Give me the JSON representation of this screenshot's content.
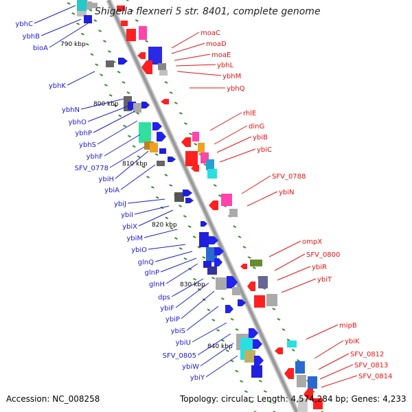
{
  "title": "Shigella flexneri 5 str. 8401, complete genome",
  "accession": "Accession: NC_008258",
  "summary": "Topology: circular; Length: 4,574,284 bp; Genes: 4,233",
  "colors": {
    "left_labels": "#1a1ad6",
    "right_labels": "#e81010",
    "backbone": "#999999",
    "tick_marker": "#2e8b22"
  },
  "kbp_ticks": [
    "790 kbp",
    "800 kbp",
    "810 kbp",
    "820 kbp",
    "830 kbp",
    "840 kbp"
  ],
  "left_genes": [
    "ybhC",
    "ybhB",
    "bioA",
    "ybhK",
    "ybhN",
    "ybhO",
    "ybhP",
    "ybhS",
    "ybhF",
    "SFV_0778",
    "ybiH",
    "ybiA",
    "ybiJ",
    "ybiI",
    "ybiX",
    "ybiM",
    "ybiO",
    "glnQ",
    "glnP",
    "glnH",
    "dps",
    "ybiF",
    "ybiP",
    "ybiS",
    "ybiU",
    "SFV_0805",
    "ybiW",
    "ybiY"
  ],
  "right_genes": [
    "moaC",
    "moaD",
    "moaE",
    "ybhL",
    "ybhM",
    "ybhQ",
    "rhlE",
    "dinG",
    "ybiB",
    "ybiC",
    "SFV_0788",
    "ybiN",
    "ompX",
    "SFV_0800",
    "ybiR",
    "ybiT",
    "mipB",
    "ybiK",
    "SFV_0812",
    "SFV_0813",
    "SFV_0814"
  ]
}
